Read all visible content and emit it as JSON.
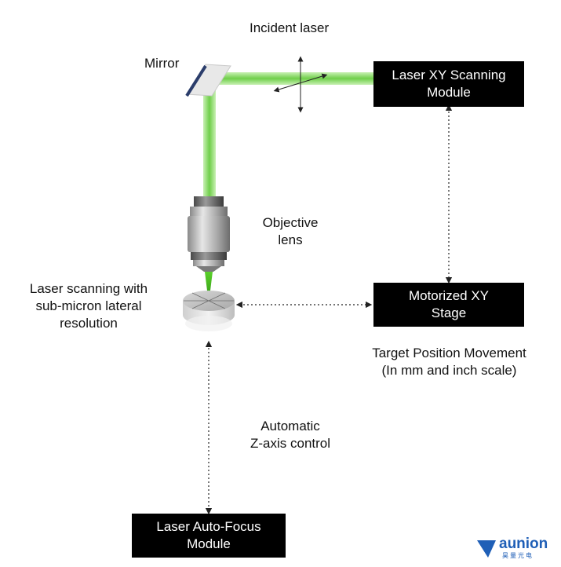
{
  "labels": {
    "incident_laser": "Incident laser",
    "mirror": "Mirror",
    "objective_lens": [
      "Objective",
      "lens"
    ],
    "laser_scanning": [
      "Laser scanning with",
      "sub-micron lateral",
      "resolution"
    ],
    "target_position": [
      "Target Position Movement",
      "(In mm and inch scale)"
    ],
    "automatic_z": [
      "Automatic",
      "Z-axis control"
    ]
  },
  "boxes": {
    "scanning_module": [
      "Laser XY Scanning",
      "Module"
    ],
    "motorized_stage": [
      "Motorized XY",
      "Stage"
    ],
    "autofocus_module": [
      "Laser Auto-Focus",
      "Module"
    ]
  },
  "logo": {
    "name": "aunion",
    "subtitle": "昊量光电"
  },
  "colors": {
    "laser_green": "#7ed957",
    "box_fill": "#000000",
    "logo_blue": "#1f5fb7"
  }
}
